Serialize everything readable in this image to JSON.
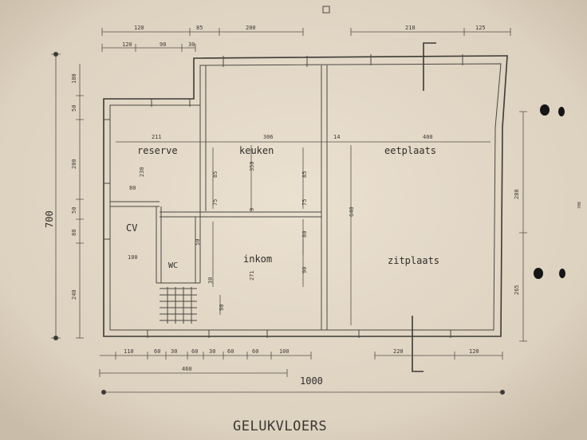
{
  "plan": {
    "title": "GELUKVLOERS",
    "rooms": {
      "reserve": "reserve",
      "keuken": "keuken",
      "eetplaats": "eetplaats",
      "cv": "CV",
      "wc": "WC",
      "inkom": "inkom",
      "zitplaats": "zitplaats"
    },
    "dimensions": {
      "total_width": "1000",
      "total_height": "700",
      "top_row1": [
        "120",
        "85",
        "200",
        "210",
        "125"
      ],
      "top_row2": [
        "120",
        "90",
        "30"
      ],
      "left_column": [
        "100",
        "50",
        "200",
        "50",
        "80",
        "240"
      ],
      "bottom_row1": [
        "110",
        "60",
        "30",
        "60",
        "30",
        "60",
        "60",
        "100",
        "220",
        "120"
      ],
      "bottom_row2": "460",
      "right_column": [
        "280",
        "265"
      ],
      "right_margin": "700",
      "interior": {
        "d211": "211",
        "d306": "306",
        "d14": "14",
        "d400": "400",
        "d230": "230",
        "d350": "350",
        "d85a": "85",
        "d75a": "75",
        "d9": "9",
        "d85b": "85",
        "d75b": "75",
        "d80": "80",
        "d90": "90",
        "d640": "640",
        "d271": "271",
        "d100": "100",
        "d30": "30",
        "d90b": "90",
        "d80b": "80",
        "d50": "50"
      }
    }
  }
}
